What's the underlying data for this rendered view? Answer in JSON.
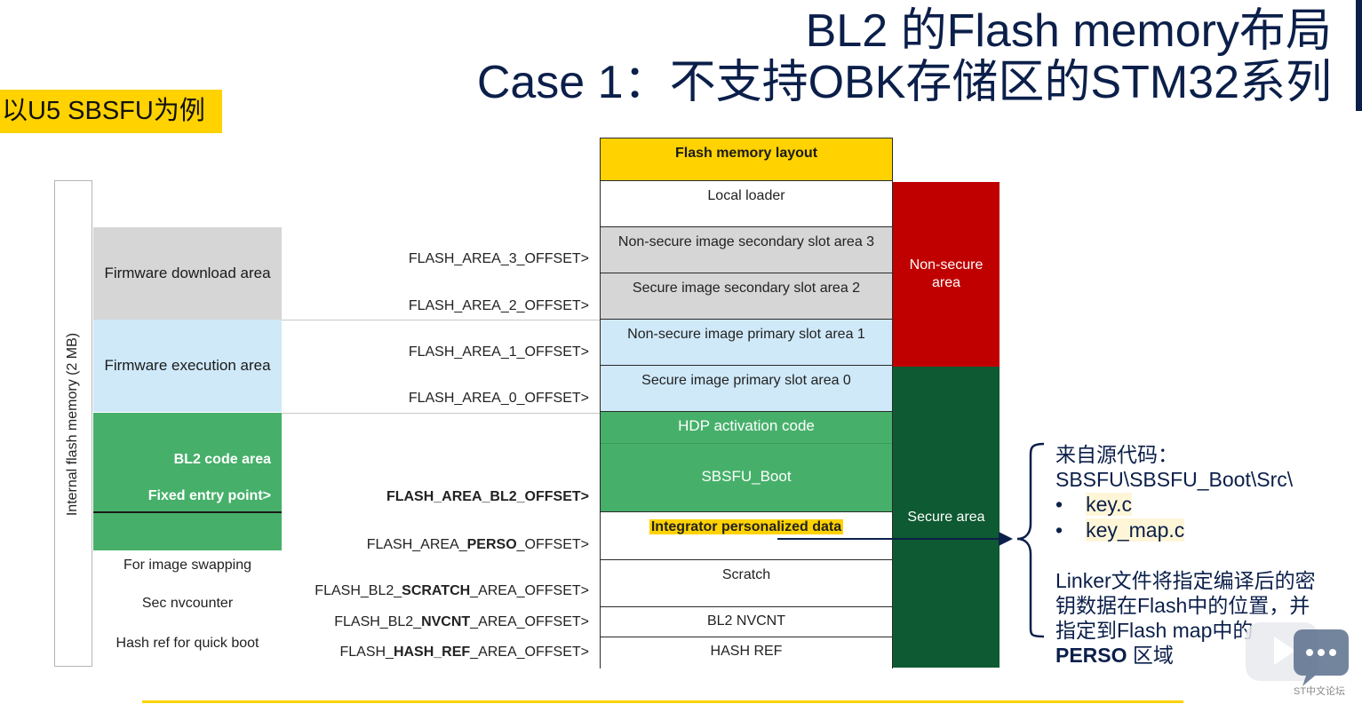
{
  "title": {
    "line1": "BL2 的Flash memory布局",
    "line2": "Case 1：不支持OBK存储区的STM32系列"
  },
  "tag": "以U5 SBSFU为例",
  "left_panel": {
    "vertical_label": "Internal flash memory (2 MB)",
    "firmware_download_area": "Firmware download area",
    "firmware_execution_area": "Firmware execution area",
    "bl2_code_area": "BL2 code area",
    "fixed_entry_point": "Fixed entry point>",
    "for_image_swapping": "For image swapping",
    "sec_nvcounter": "Sec nvcounter",
    "hash_ref_quick_boot": "Hash ref for quick boot"
  },
  "offsets": {
    "area3": "FLASH_AREA_3_OFFSET>",
    "area2": "FLASH_AREA_2_OFFSET>",
    "area1": "FLASH_AREA_1_OFFSET>",
    "area0": "FLASH_AREA_0_OFFSET>",
    "bl2": "FLASH_AREA_BL2_OFFSET>",
    "perso_pre": "FLASH_AREA_",
    "perso_bold": "PERSO",
    "perso_post": "_OFFSET>",
    "scratch_pre": "FLASH_BL2_",
    "scratch_bold": "SCRATCH",
    "scratch_post": "_AREA_OFFSET>",
    "nvcnt_pre": "FLASH_BL2_",
    "nvcnt_bold": "NVCNT",
    "nvcnt_post": "_AREA_OFFSET>",
    "hash_pre": "FLASH_",
    "hash_bold": "HASH_REF",
    "hash_post": "_AREA_OFFSET>"
  },
  "layout": {
    "header": "Flash memory layout",
    "local_loader": "Local loader",
    "ns_secondary_slot3": "Non-secure image secondary slot area 3",
    "s_secondary_slot2": "Secure image secondary slot area 2",
    "ns_primary_slot1": "Non-secure image primary slot area 1",
    "s_primary_slot0": "Secure image primary slot area 0",
    "hdp_activation": "HDP activation code",
    "sbsfu_boot": "SBSFU_Boot",
    "integrator_data": "Integrator personalized data",
    "scratch": "Scratch",
    "bl2_nvcnt": "BL2 NVCNT",
    "hash_ref": "HASH REF"
  },
  "areas": {
    "non_secure": "Non-secure area",
    "secure": "Secure area"
  },
  "note": {
    "line1": "来自源代码：",
    "line2": "SBSFU\\SBSFU_Boot\\Src\\",
    "bullet": "•",
    "file1": "key.c",
    "file2": "key_map.c",
    "para1": "Linker文件将指定编译后的密",
    "para2": "钥数据在Flash中的位置，并",
    "para3": "指定到Flash map中的",
    "para4_bold": "PERSO",
    "para4_rest": " 区域"
  },
  "watermark": "ST中文论坛",
  "colors": {
    "title": "#0b1f4a",
    "yellow": "#ffd200",
    "red": "#c00000",
    "dark_green": "#0e5a32",
    "green": "#46b06a",
    "light_blue": "#cfe9f9",
    "gray": "#d6d6d6"
  }
}
